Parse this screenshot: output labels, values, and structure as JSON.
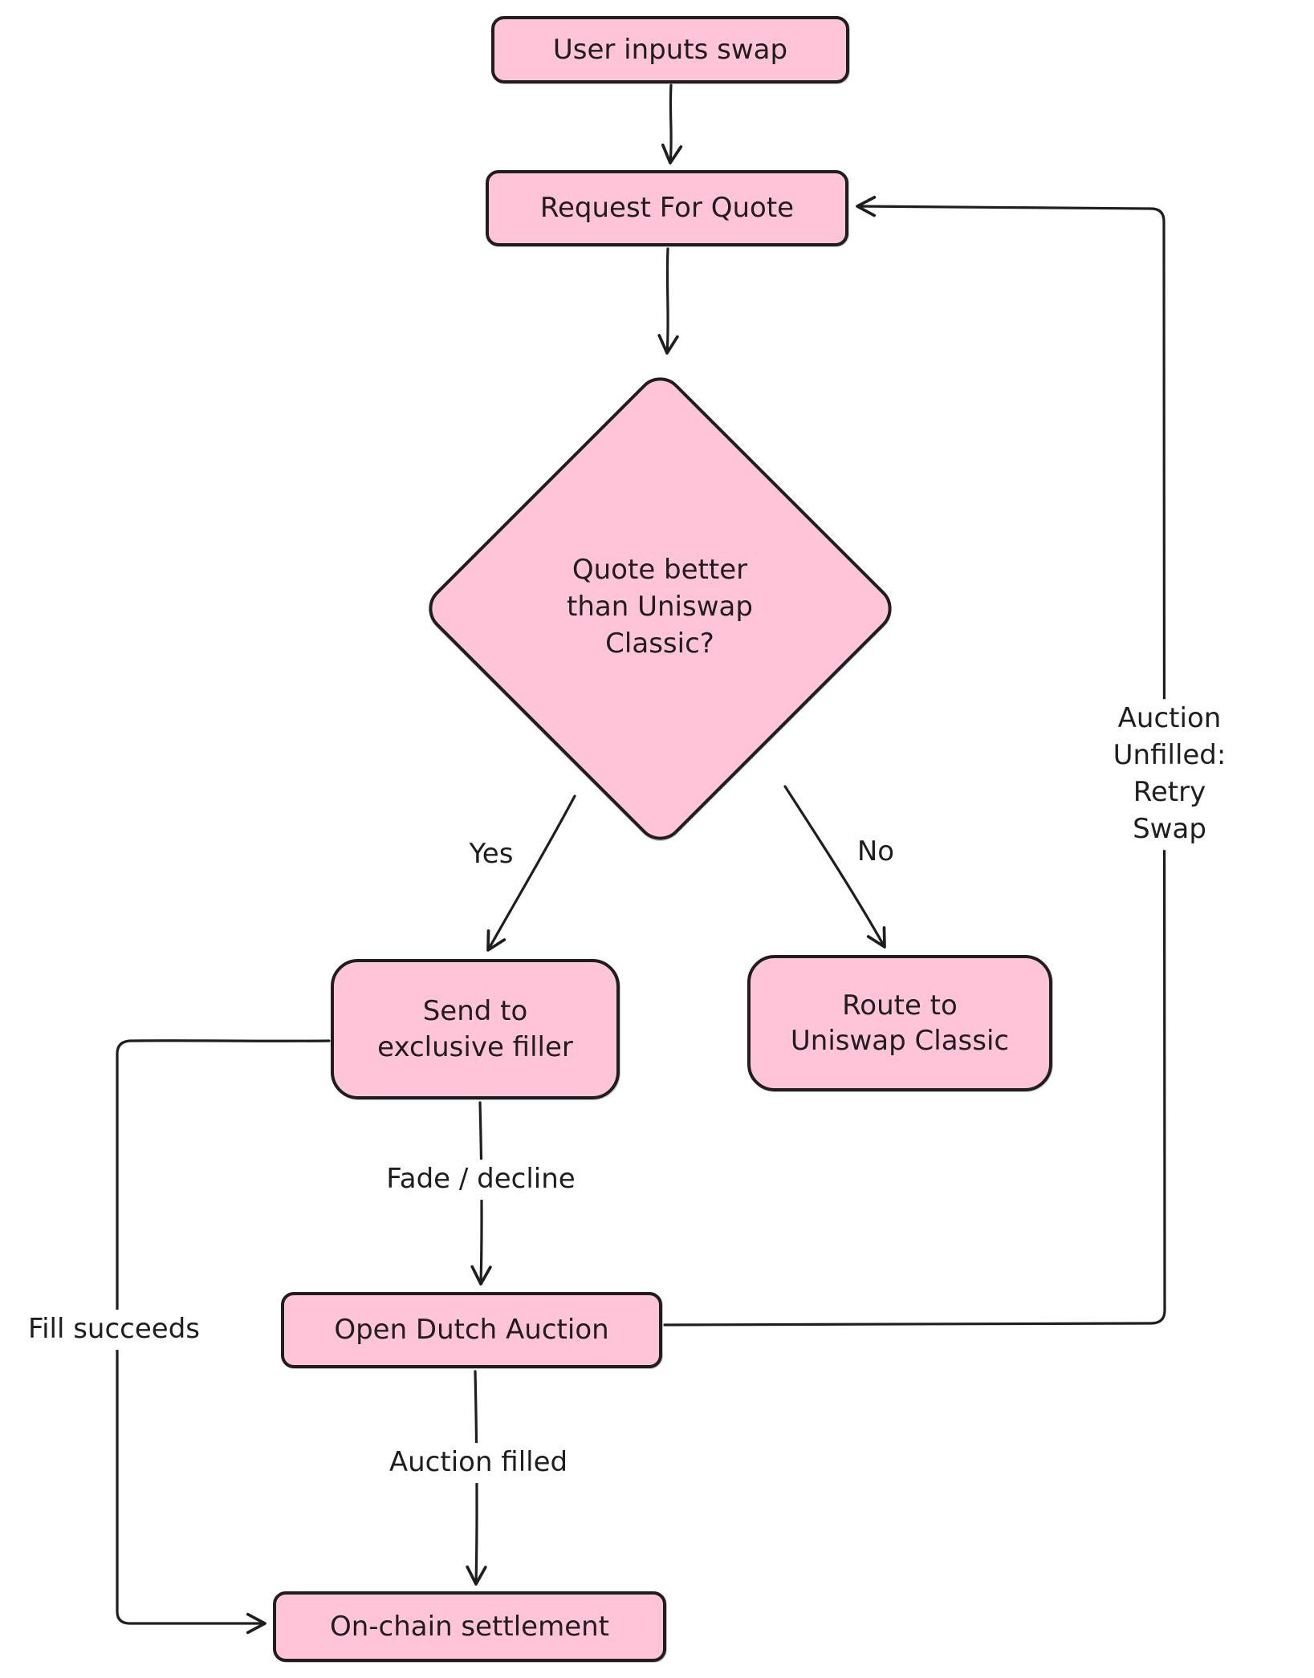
{
  "diagram": {
    "type": "flowchart",
    "style": "hand-drawn",
    "colors": {
      "node_fill": "#ffc4d8",
      "node_stroke": "#1e1e1e",
      "arrow": "#1e1e1e",
      "text": "#1e1e1e",
      "background": "#ffffff"
    },
    "nodes": {
      "user_inputs_swap": {
        "label": "User inputs swap",
        "shape": "rounded-rect"
      },
      "request_for_quote": {
        "label": "Request For Quote",
        "shape": "rounded-rect"
      },
      "quote_better_decision": {
        "label": "Quote better\nthan Uniswap\nClassic?",
        "shape": "diamond"
      },
      "send_to_exclusive_filler": {
        "label": "Send to\nexclusive filler",
        "shape": "rounded-rect"
      },
      "route_to_uniswap_classic": {
        "label": "Route to\nUniswap Classic",
        "shape": "rounded-rect"
      },
      "open_dutch_auction": {
        "label": "Open Dutch Auction",
        "shape": "rounded-rect"
      },
      "on_chain_settlement": {
        "label": "On-chain settlement",
        "shape": "rounded-rect"
      }
    },
    "edges": {
      "user_to_rfq": {
        "label": "",
        "from": "user_inputs_swap",
        "to": "request_for_quote"
      },
      "rfq_to_decision": {
        "label": "",
        "from": "request_for_quote",
        "to": "quote_better_decision"
      },
      "yes": {
        "label": "Yes",
        "from": "quote_better_decision",
        "to": "send_to_exclusive_filler"
      },
      "no": {
        "label": "No",
        "from": "quote_better_decision",
        "to": "route_to_uniswap_classic"
      },
      "fade_decline": {
        "label": "Fade / decline",
        "from": "send_to_exclusive_filler",
        "to": "open_dutch_auction"
      },
      "auction_filled": {
        "label": "Auction filled",
        "from": "open_dutch_auction",
        "to": "on_chain_settlement"
      },
      "fill_succeeds": {
        "label": "Fill succeeds",
        "from": "send_to_exclusive_filler",
        "to": "on_chain_settlement"
      },
      "auction_unfilled_retry": {
        "label": "Auction Unfilled:\nRetry Swap",
        "from": "open_dutch_auction",
        "to": "request_for_quote"
      }
    }
  }
}
